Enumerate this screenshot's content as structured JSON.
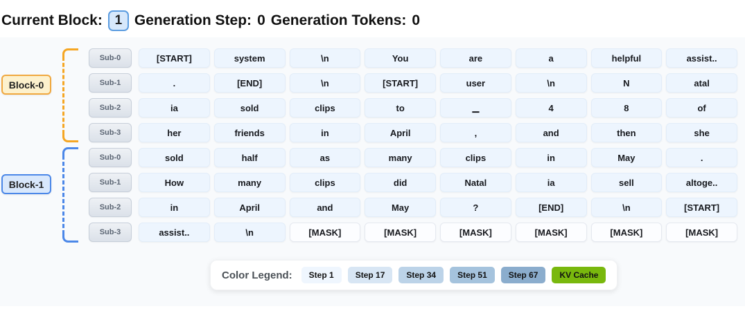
{
  "header": {
    "current_block_label": "Current Block:",
    "current_block_value": "1",
    "generation_step_label": "Generation Step:",
    "generation_step_value": "0",
    "generation_tokens_label": "Generation Tokens:",
    "generation_tokens_value": "0"
  },
  "blocks": [
    {
      "label": "Block-0",
      "label_bg": "#fdf1cd",
      "label_border": "#f0a73e",
      "bracket_color": "#f5a623",
      "rows": [
        {
          "sub": "Sub-0",
          "tokens": [
            "[START]",
            "system",
            "\\n",
            "You",
            "are",
            "a",
            "helpful",
            "assist.."
          ]
        },
        {
          "sub": "Sub-1",
          "tokens": [
            ".",
            "[END]",
            "\\n",
            "[START]",
            "user",
            "\\n",
            "N",
            "atal"
          ]
        },
        {
          "sub": "Sub-2",
          "tokens": [
            "ia",
            "sold",
            "clips",
            "to",
            "▁",
            "4",
            "8",
            "of"
          ]
        },
        {
          "sub": "Sub-3",
          "tokens": [
            "her",
            "friends",
            "in",
            "April",
            ",",
            "and",
            "then",
            "she"
          ]
        }
      ]
    },
    {
      "label": "Block-1",
      "label_bg": "#d9e8fc",
      "label_border": "#4b87e8",
      "bracket_color": "#4b87e8",
      "rows": [
        {
          "sub": "Sub-0",
          "tokens": [
            "sold",
            "half",
            "as",
            "many",
            "clips",
            "in",
            "May",
            "."
          ]
        },
        {
          "sub": "Sub-1",
          "tokens": [
            "How",
            "many",
            "clips",
            "did",
            "Natal",
            "ia",
            "sell",
            "altoge.."
          ]
        },
        {
          "sub": "Sub-2",
          "tokens": [
            "in",
            "April",
            "and",
            "May",
            "?",
            "[END]",
            "\\n",
            "[START]"
          ]
        },
        {
          "sub": "Sub-3",
          "tokens": [
            "assist..",
            "\\n",
            "[MASK]",
            "[MASK]",
            "[MASK]",
            "[MASK]",
            "[MASK]",
            "[MASK]"
          ]
        }
      ]
    }
  ],
  "mask_token": "[MASK]",
  "legend": {
    "title": "Color Legend:",
    "items": [
      {
        "label": "Step 1",
        "color": "#eff6fe"
      },
      {
        "label": "Step 17",
        "color": "#d8e6f4"
      },
      {
        "label": "Step 34",
        "color": "#bcd3e8"
      },
      {
        "label": "Step 51",
        "color": "#a5c3dd"
      },
      {
        "label": "Step 67",
        "color": "#8badcd"
      },
      {
        "label": "KV Cache",
        "color": "#79b80d"
      }
    ]
  },
  "layout_colors": {
    "panel_bg": "#f8fafc",
    "token_cell_bg": "#edf5fe",
    "mask_cell_bg": "#fcfdff"
  }
}
